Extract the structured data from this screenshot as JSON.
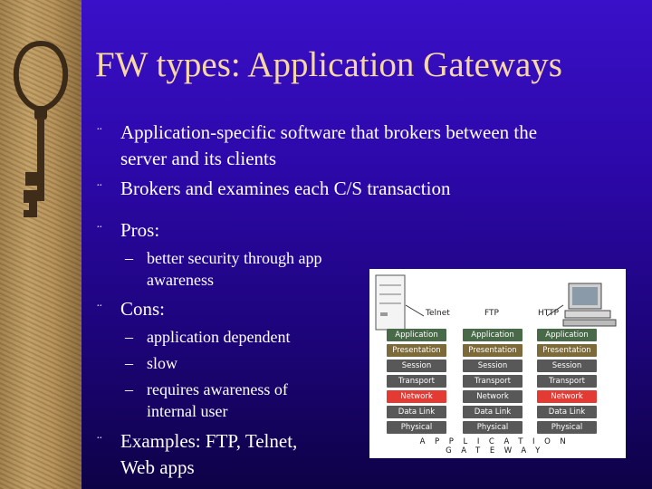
{
  "slide": {
    "title": "FW types: Application Gateways",
    "bullets": [
      {
        "mark": "¨",
        "lines": [
          "Application-specific software that brokers between the",
          "server and its clients"
        ]
      },
      {
        "mark": "¨",
        "lines": [
          "Brokers and examines each C/S transaction"
        ]
      },
      {
        "mark": "¨",
        "lines": [
          "Pros:"
        ]
      },
      {
        "mark": "¨",
        "lines": [
          "Cons:"
        ]
      },
      {
        "mark": "¨",
        "lines": [
          "Examples: FTP, Telnet,",
          "Web apps"
        ]
      }
    ],
    "pros": [
      {
        "mark": "–",
        "lines": [
          "better security through app",
          "awareness"
        ]
      }
    ],
    "cons": [
      {
        "mark": "–",
        "lines": [
          "application dependent"
        ]
      },
      {
        "mark": "–",
        "lines": [
          "slow"
        ]
      },
      {
        "mark": "–",
        "lines": [
          "requires awareness of",
          "internal user"
        ]
      }
    ]
  },
  "diagram": {
    "clients": [
      "Telnet",
      "FTP",
      "HTTP"
    ],
    "layers": [
      "Application",
      "Presentation",
      "Session",
      "Transport",
      "Network",
      "Data Link",
      "Physical"
    ],
    "caption": "APPLICATION GATEWAY",
    "colors": {
      "layer": "#585858",
      "network": "#e33a34",
      "app": "#486a48",
      "presentation": "#7d6a3a"
    }
  }
}
